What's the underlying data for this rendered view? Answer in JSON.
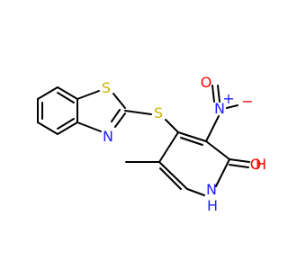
{
  "colors": {
    "carbon_bond": "#000000",
    "sulfur": "#c8b400",
    "nitrogen": "#1f1fff",
    "oxygen": "#ff0000",
    "background": "#ffffff"
  },
  "atoms": {
    "S_thiazole": "S",
    "N_thiazole": "N",
    "S_thioether": "S",
    "N_nitro": "N",
    "N_nitro_plus": "+",
    "O_nitro_top": "O",
    "O_nitro_minus": "−",
    "O_hydroxyl": "O",
    "H_hydroxyl": "H",
    "N_pyridine": "N",
    "H_pyridine": "H"
  }
}
